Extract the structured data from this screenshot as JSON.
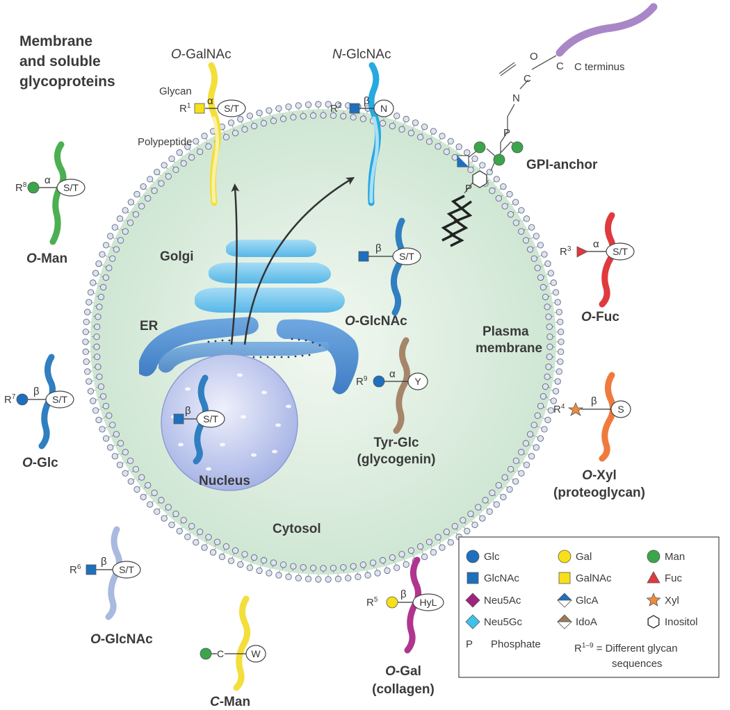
{
  "title_lines": [
    "Membrane",
    "and soluble",
    "glycoproteins"
  ],
  "compartments": {
    "golgi": "Golgi",
    "er": "ER",
    "nucleus": "Nucleus",
    "cytosol": "Cytosol",
    "plasma_membrane_lines": [
      "Plasma",
      "membrane"
    ]
  },
  "annotations": {
    "glycan": "Glycan",
    "polypeptide": "Polypeptide",
    "c_terminus": "C terminus",
    "gpi_anchor": "GPI-anchor",
    "atom_o": "O",
    "atom_c": "C",
    "atom_n": "N",
    "atom_p": "P"
  },
  "glycoproteins": {
    "o_galnac": {
      "italic": "O",
      "rest": "-GalNAc",
      "r": "R",
      "sup": "1",
      "bond": "α",
      "residue": "S/T",
      "color": "#f3de3a"
    },
    "n_glcnac": {
      "italic": "N",
      "rest": "-GlcNAc",
      "r": "R",
      "sup": "2",
      "bond": "β",
      "residue": "N",
      "color": "#27a9e1"
    },
    "o_man": {
      "italic": "O",
      "rest": "-Man",
      "r": "R",
      "sup": "8",
      "bond": "α",
      "residue": "S/T",
      "color": "#4caf50"
    },
    "o_glcnac_cyto": {
      "italic": "O",
      "rest": "-GlcNAc",
      "bond": "β",
      "residue": "S/T",
      "color": "#2f7fc1"
    },
    "o_fuc": {
      "italic": "O",
      "rest": "-Fuc",
      "r": "R",
      "sup": "3",
      "bond": "α",
      "residue": "S/T",
      "color": "#e0393e"
    },
    "o_glc": {
      "italic": "O",
      "rest": "-Glc",
      "r": "R",
      "sup": "7",
      "bond": "β",
      "residue": "S/T",
      "color": "#2f7fc1"
    },
    "tyr_glc": {
      "line1": "Tyr-Glc",
      "line2": "(glycogenin)",
      "r": "R",
      "sup": "9",
      "bond": "α",
      "residue": "Y",
      "color": "#a6866a"
    },
    "o_xyl": {
      "italic": "O",
      "rest": "-Xyl",
      "line2": "(proteoglycan)",
      "r": "R",
      "sup": "4",
      "bond": "β",
      "residue": "S",
      "color": "#f07a3e"
    },
    "nucleus_glcnac": {
      "bond": "β",
      "residue": "S/T",
      "color": "#2f7fc1"
    },
    "o_glcnac_ext": {
      "italic": "O",
      "rest": "-GlcNAc",
      "r": "R",
      "sup": "6",
      "bond": "β",
      "residue": "S/T",
      "color": "#a9b9e0"
    },
    "c_man": {
      "italic": "C",
      "rest": "-Man",
      "linker": "C",
      "residue": "W",
      "color": "#f3de3a"
    },
    "o_gal": {
      "italic": "O",
      "rest": "-Gal",
      "line2": "(collagen)",
      "r": "R",
      "sup": "5",
      "bond": "β",
      "residue": "HyL",
      "color": "#b0358f"
    }
  },
  "legend": {
    "items": [
      {
        "label": "Glc",
        "shape": "circle",
        "color": "#1f6fbf"
      },
      {
        "label": "Gal",
        "shape": "circle",
        "color": "#f7e017"
      },
      {
        "label": "Man",
        "shape": "circle",
        "color": "#3aa54a"
      },
      {
        "label": "GlcNAc",
        "shape": "square",
        "color": "#1f6fbf"
      },
      {
        "label": "GalNAc",
        "shape": "square",
        "color": "#f7e017"
      },
      {
        "label": "Fuc",
        "shape": "triangle",
        "color": "#e0393e"
      },
      {
        "label": "Neu5Ac",
        "shape": "diamond",
        "color": "#a1237f"
      },
      {
        "label": "GlcA",
        "shape": "diamond-half",
        "color": "#1f6fbf"
      },
      {
        "label": "Xyl",
        "shape": "star",
        "color": "#f08a3e"
      },
      {
        "label": "Neu5Gc",
        "shape": "diamond",
        "color": "#3ec2ec"
      },
      {
        "label": "IdoA",
        "shape": "diamond-half",
        "color": "#9c7a5a"
      },
      {
        "label": "Inositol",
        "shape": "hexagon",
        "color": "#ffffff"
      }
    ],
    "phosphate_symbol": "P",
    "phosphate_label": "Phosphate",
    "r_note_r": "R",
    "r_note_sup": "1–9",
    "r_note_text": " = Different glycan",
    "r_note_line2": "sequences"
  }
}
